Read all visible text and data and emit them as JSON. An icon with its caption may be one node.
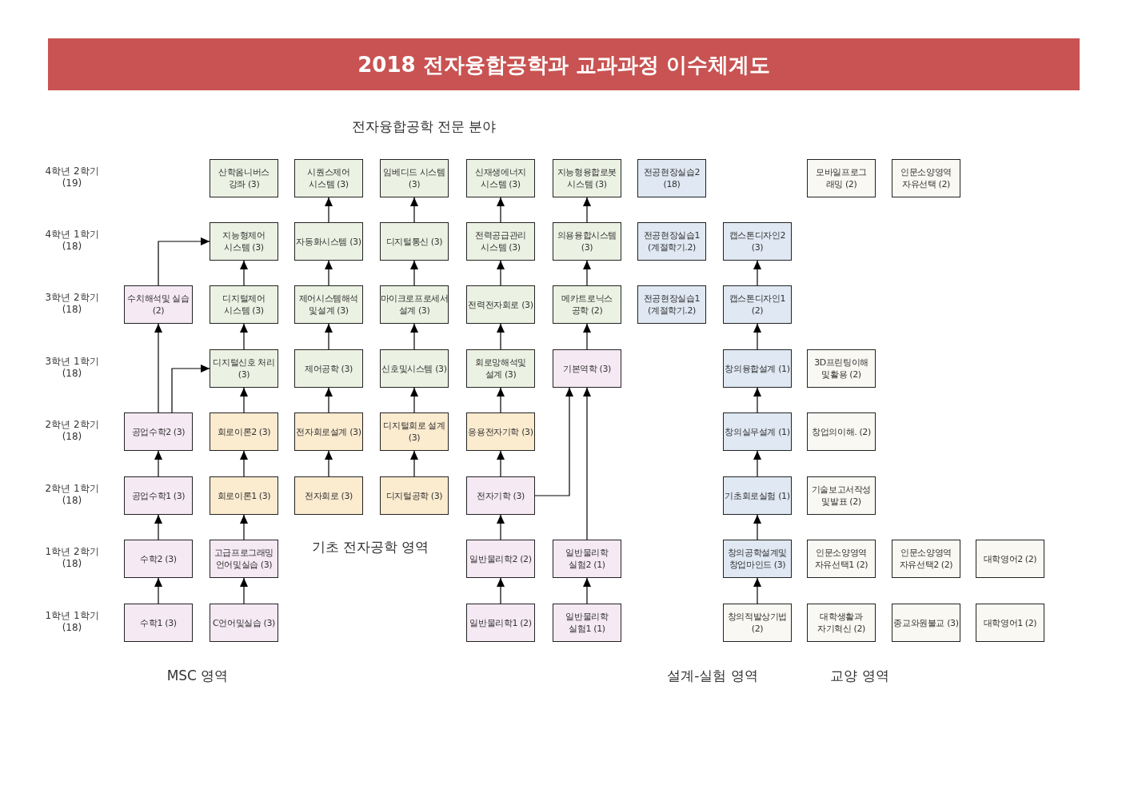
{
  "diagram": {
    "title": "2018 전자융합공학과 교과과정 이수체계도",
    "nodes": [
      {
        "text": [
          "산학옴니버스 강좌 (3)"
        ]
      },
      {
        "text": [
          "시퀀스제어 시스템 (3)"
        ]
      },
      {
        "text": [
          "임베디드 시스템 (3)"
        ]
      },
      {
        "text": [
          "신재생에너지 시스템 (3)"
        ]
      },
      {
        "text": [
          "지능형융합로봇 시스템 (3)"
        ]
      },
      {
        "text": [
          "전공현장실습2 (18)"
        ]
      },
      {
        "text": [
          "모바일프로그 래밍 (2)"
        ]
      },
      {
        "text": [
          "인문소양영역 자유선택 (2)"
        ]
      },
      {
        "text": [
          "지능형제어 시스템 (3)"
        ]
      },
      {
        "text": [
          "자동화시스템 (3)"
        ]
      },
      {
        "text": [
          "디지털통신 (3)"
        ]
      },
      {
        "text": [
          "전력공급관리 시스템 (3)"
        ]
      },
      {
        "text": [
          "의용융합시스템 (3)"
        ]
      },
      {
        "text": [
          "전공현장실습1 (계절학기.2)"
        ]
      },
      {
        "text": [
          "캡스톤디자인2 (3)"
        ]
      },
      {
        "text": [
          "수치해석및 실습 (2)"
        ]
      },
      {
        "text": [
          "디지털제어 시스템 (3)"
        ]
      },
      {
        "text": [
          "제어시스템해석 및설계 (3)"
        ]
      },
      {
        "text": [
          "마이크로프로세서 설계 (3)"
        ]
      },
      {
        "text": [
          "전력전자회로 (3)"
        ]
      },
      {
        "text": [
          "메카트로닉스 공학 (2)"
        ]
      },
      {
        "text": [
          "전공현장실습1 (계절학기.2)"
        ]
      },
      {
        "text": [
          "캡스톤디자인1 (2)"
        ]
      },
      {
        "text": [
          "디지털신호 처리 (3)"
        ]
      },
      {
        "text": [
          "제어공학 (3)"
        ]
      },
      {
        "text": [
          "신호및시스템 (3)"
        ]
      },
      {
        "text": [
          "회로망해석및 설계 (3)"
        ]
      },
      {
        "text": [
          "기본역학 (3)"
        ]
      },
      {
        "text": [
          "창의융합설계 (1)"
        ]
      },
      {
        "text": [
          "3D프린팅이해 및활용 (2)"
        ]
      },
      {
        "text": [
          "공업수학2 (3)"
        ]
      },
      {
        "text": [
          "회로이론2 (3)"
        ]
      },
      {
        "text": [
          "전자회로설계 (3)"
        ]
      },
      {
        "text": [
          "디지털회로 설계 (3)"
        ]
      },
      {
        "text": [
          "응용전자기학 (3)"
        ]
      },
      {
        "text": [
          "창의실무설계 (1)"
        ]
      },
      {
        "text": [
          "창업의이해. (2)"
        ]
      },
      {
        "text": [
          "공업수학1 (3)"
        ]
      },
      {
        "text": [
          "회로이론1 (3)"
        ]
      },
      {
        "text": [
          "전자회로 (3)"
        ]
      },
      {
        "text": [
          "디지털공학 (3)"
        ]
      },
      {
        "text": [
          "전자기학 (3)"
        ]
      },
      {
        "text": [
          "기초회로실험 (1)"
        ]
      },
      {
        "text": [
          "기술보고서작성 및발표 (2)"
        ]
      },
      {
        "text": [
          "수학2 (3)"
        ]
      },
      {
        "text": [
          "고급프로그래밍 언어및실습 (3)"
        ]
      },
      {
        "text": [
          "일반물리학2 (2)"
        ]
      },
      {
        "text": [
          "일반물리학 실험2 (1)"
        ]
      },
      {
        "text": [
          "창의공학설계및 창업마인드 (3)"
        ]
      },
      {
        "text": [
          "인문소양영역 자유선택1 (2)"
        ]
      },
      {
        "text": [
          "인문소양영역 자유선택2 (2)"
        ]
      },
      {
        "text": [
          "대학영어2 (2)"
        ]
      },
      {
        "text": [
          "수학1 (3)"
        ]
      },
      {
        "text": [
          "C언어및실습 (3)"
        ]
      },
      {
        "text": [
          "일반물리학1 (2)"
        ]
      },
      {
        "text": [
          "일반물리학 실험1 (1)"
        ]
      },
      {
        "text": [
          "창의적발상기법 (2)"
        ]
      },
      {
        "text": [
          "대학생활과 자기혁신 (2)"
        ]
      },
      {
        "text": [
          "종교와원불교 (3)"
        ]
      },
      {
        "text": [
          "대학영어1 (2)"
        ]
      }
    ],
    "edges": [
      {
        "from": 52,
        "to": 44,
        "arrow": "to"
      },
      {
        "from": 44,
        "to": 37,
        "arrow": "to"
      },
      {
        "from": 37,
        "to": 30,
        "arrow": "to"
      },
      {
        "from": 30,
        "to": 15,
        "arrow": "to"
      },
      {
        "from": 15,
        "to": 8,
        "arrow": "to"
      },
      {
        "from": 30,
        "to": 23,
        "arrow": "to"
      },
      {
        "from": 53,
        "to": 45,
        "arrow": "to"
      },
      {
        "from": 45,
        "to": 38,
        "arrow": "to"
      },
      {
        "from": 38,
        "to": 31,
        "arrow": "to"
      },
      {
        "from": 31,
        "to": 23,
        "arrow": "to"
      },
      {
        "from": 23,
        "to": 16,
        "arrow": "to"
      },
      {
        "from": 16,
        "to": 8,
        "arrow": "to"
      },
      {
        "from": 39,
        "to": 32,
        "arrow": "to"
      },
      {
        "from": 32,
        "to": 24,
        "arrow": "to"
      },
      {
        "from": 24,
        "to": 17,
        "arrow": "to"
      },
      {
        "from": 17,
        "to": 9,
        "arrow": "to"
      },
      {
        "from": 9,
        "to": 1,
        "arrow": "to"
      },
      {
        "from": 40,
        "to": 33,
        "arrow": "to"
      },
      {
        "from": 33,
        "to": 25,
        "arrow": "to"
      },
      {
        "from": 25,
        "to": 18,
        "arrow": "to"
      },
      {
        "from": 18,
        "to": 10,
        "arrow": "to"
      },
      {
        "from": 10,
        "to": 2,
        "arrow": "to"
      },
      {
        "from": 54,
        "to": 46,
        "arrow": "to"
      },
      {
        "from": 46,
        "to": 41,
        "arrow": "to"
      },
      {
        "from": 41,
        "to": 34,
        "arrow": "to"
      },
      {
        "from": 34,
        "to": 26,
        "arrow": "to"
      },
      {
        "from": 26,
        "to": 19,
        "arrow": "to"
      },
      {
        "from": 19,
        "to": 11,
        "arrow": "to"
      },
      {
        "from": 11,
        "to": 3,
        "arrow": "to"
      },
      {
        "from": 41,
        "to": 27,
        "arrow": "to"
      },
      {
        "from": 55,
        "to": 47,
        "arrow": "to"
      },
      {
        "from": 47,
        "to": 27,
        "arrow": "to"
      },
      {
        "from": 27,
        "to": 20,
        "arrow": "to"
      },
      {
        "from": 20,
        "to": 12,
        "arrow": "to"
      },
      {
        "from": 12,
        "to": 4,
        "arrow": "to"
      },
      {
        "from": 56,
        "to": 48,
        "arrow": "to"
      },
      {
        "from": 48,
        "to": 42,
        "arrow": "to"
      },
      {
        "from": 42,
        "to": 35,
        "arrow": "to"
      },
      {
        "from": 35,
        "to": 28,
        "arrow": "to"
      },
      {
        "from": 28,
        "to": 22,
        "arrow": "to"
      },
      {
        "from": 22,
        "to": 14,
        "arrow": "to"
      }
    ],
    "labels": [
      "전자융합공학 전문 분야",
      "4학년 2학기 (19)",
      "4학년 1학기 (18)",
      "3학년 2학기 (18)",
      "3학년 1학기 (18)",
      "2학년 2학기 (18)",
      "2학년 1학기 (18)",
      "기초 전자공학 영역",
      "1학년 2학기 (18)",
      "1학년 1학기 (18)",
      "MSC 영역",
      "설계-실험 영역",
      "교양 영역"
    ]
  }
}
